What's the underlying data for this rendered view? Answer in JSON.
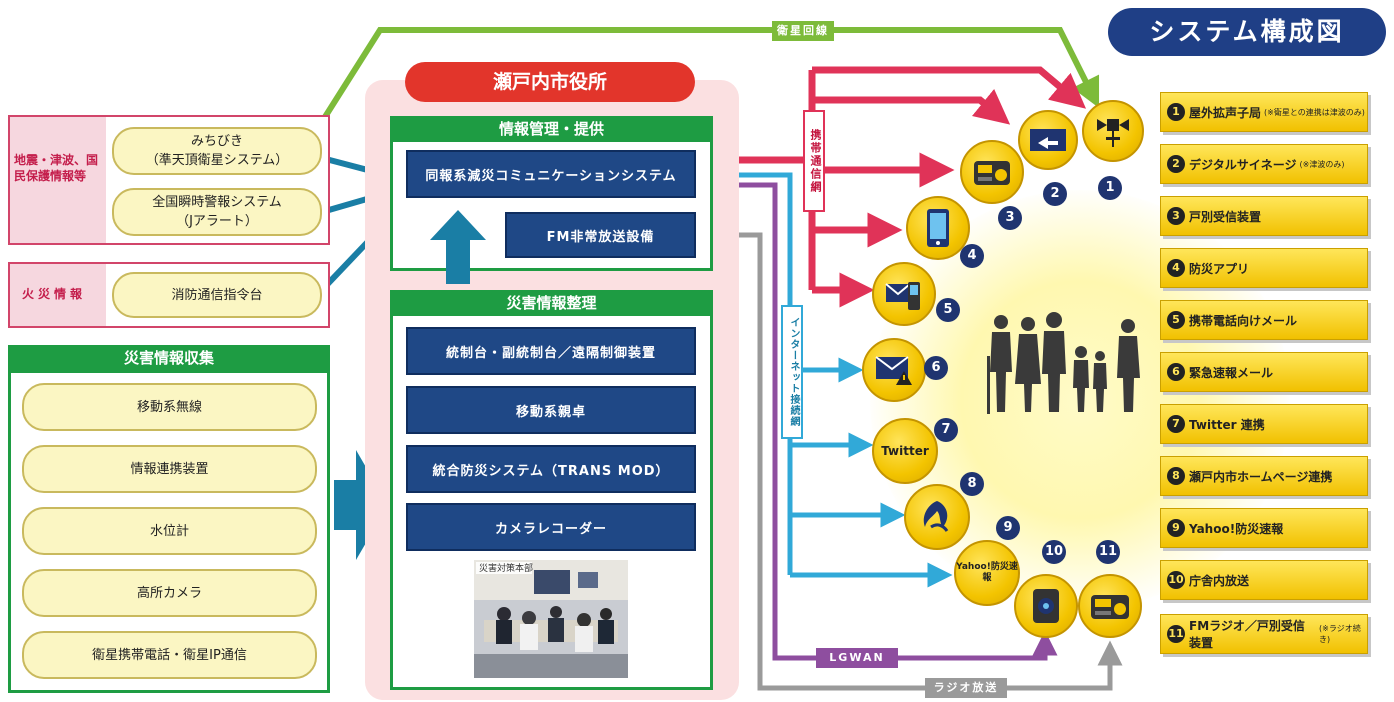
{
  "title": "システム構成図",
  "city_hall": "瀬戸内市役所",
  "links": {
    "satellite": "衛星回線",
    "mobile": "携帯通信網",
    "internet": "インターネット接続網",
    "lgwan": "LGWAN",
    "radio": "ラジオ放送"
  },
  "inputs": {
    "quake_label": "地震・津波、国民保護情報等",
    "michibiki_line1": "みちびき",
    "michibiki_line2": "（準天頂衛星システム）",
    "jalert_line1": "全国瞬時警報システム",
    "jalert_line2": "（Jアラート）",
    "fire_label": "火災情報",
    "fire_dispatch": "消防通信指令台"
  },
  "collection": {
    "title": "災害情報収集",
    "items": [
      "移動系無線",
      "情報連携装置",
      "水位計",
      "高所カメラ",
      "衛星携帯電話・衛星IP通信"
    ]
  },
  "management": {
    "title": "情報管理・提供",
    "main_system": "同報系減災コミュニケーションシステム",
    "fm_system": "FM非常放送設備"
  },
  "organizing": {
    "title": "災害情報整理",
    "items": [
      "統制台・副統制台／遠隔制御装置",
      "移動系親卓",
      "統合防災システム（TRANS MOD）",
      "カメラレコーダー"
    ],
    "photo_caption": "災害対策本部"
  },
  "icons": [
    {
      "num": "1",
      "icon": "outdoor-speaker-icon"
    },
    {
      "num": "2",
      "icon": "digital-signage-icon"
    },
    {
      "num": "3",
      "icon": "home-receiver-icon"
    },
    {
      "num": "4",
      "icon": "smartphone-app-icon"
    },
    {
      "num": "5",
      "icon": "mobile-mail-icon"
    },
    {
      "num": "6",
      "icon": "emergency-mail-icon"
    },
    {
      "num": "7",
      "icon": "twitter-icon",
      "text": "Twitter"
    },
    {
      "num": "8",
      "icon": "city-homepage-icon"
    },
    {
      "num": "9",
      "icon": "yahoo-icon",
      "text": "Yahoo!防災速報"
    },
    {
      "num": "10",
      "icon": "office-broadcast-icon"
    },
    {
      "num": "11",
      "icon": "fm-radio-icon"
    }
  ],
  "legend": [
    {
      "num": "1",
      "label": "屋外拡声子局",
      "note": "(※衛星との連携は津波のみ)"
    },
    {
      "num": "2",
      "label": "デジタルサイネージ",
      "note": "(※津波のみ)"
    },
    {
      "num": "3",
      "label": "戸別受信装置",
      "note": ""
    },
    {
      "num": "4",
      "label": "防災アプリ",
      "note": ""
    },
    {
      "num": "5",
      "label": "携帯電話向けメール",
      "note": ""
    },
    {
      "num": "6",
      "label": "緊急速報メール",
      "note": ""
    },
    {
      "num": "7",
      "label": "Twitter 連携",
      "note": ""
    },
    {
      "num": "8",
      "label": "瀬戸内市ホームページ連携",
      "note": ""
    },
    {
      "num": "9",
      "label": "Yahoo!防災速報",
      "note": ""
    },
    {
      "num": "10",
      "label": "庁舎内放送",
      "note": ""
    },
    {
      "num": "11",
      "label": "FMラジオ／戸別受信装置",
      "note": "(※ラジオ続き)"
    }
  ],
  "colors": {
    "satellite": "#7dbb3a",
    "mobile": "#e03358",
    "internet": "#31a9d8",
    "lgwan": "#8e4e9f",
    "radio": "#9a9a9a",
    "navy": "#1f4886",
    "green": "#1e9c43",
    "yellow": "#f3c400"
  }
}
